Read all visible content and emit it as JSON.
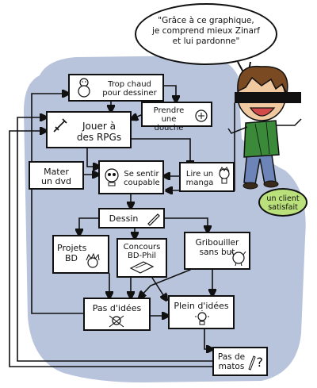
{
  "speech_bubble": {
    "line1": "\"Grâce à ce graphique,",
    "line2": "je comprend mieux Zinarf",
    "line3": "et lui pardonne\""
  },
  "client_badge": {
    "line1": "un client",
    "line2": "satisfait"
  },
  "nodes": {
    "trop_chaud": {
      "line1": "Trop chaud",
      "line2": "pour dessiner"
    },
    "prendre_douche": {
      "line1": "Prendre une",
      "line2": "douche"
    },
    "jouer_rpg": {
      "line1": "Jouer à",
      "line2": "des RPGs"
    },
    "mater_dvd": {
      "line1": "Mater",
      "line2": "un dvd"
    },
    "se_sentir_coupable": {
      "line1": "Se sentir",
      "line2": "coupable"
    },
    "lire_manga": {
      "line1": "Lire un",
      "line2": "manga"
    },
    "dessin": {
      "line1": "Dessin"
    },
    "projets_bd": {
      "line1": "Projets",
      "line2": "BD"
    },
    "concours": {
      "line1": "Concours",
      "line2": "BD-Phil"
    },
    "gribouiller": {
      "line1": "Gribouiller",
      "line2": "sans but"
    },
    "pas_idees": {
      "line1": "Pas d'idées"
    },
    "plein_idees": {
      "line1": "Plein d'idées"
    },
    "pas_matos": {
      "line1": "Pas de",
      "line2": "matos",
      "suffix": "?"
    }
  },
  "colors": {
    "background_blob": "#b8c4dc",
    "outline": "#111111",
    "shirt": "#3a8a3a",
    "jeans": "#6d84b8",
    "hair": "#7a4a22",
    "skin": "#f0c9a0",
    "badge": "#b9e07a"
  },
  "icons": [
    "snowman-icon",
    "shower-icon",
    "sword-icon",
    "skull-icon",
    "manga-character-icon",
    "pencil-icon",
    "spiky-hair-character-icon",
    "drawing-tablet-icon",
    "scribble-creature-icon",
    "skull-crossbones-icon",
    "lightbulb-icon",
    "pencil-small-icon"
  ]
}
